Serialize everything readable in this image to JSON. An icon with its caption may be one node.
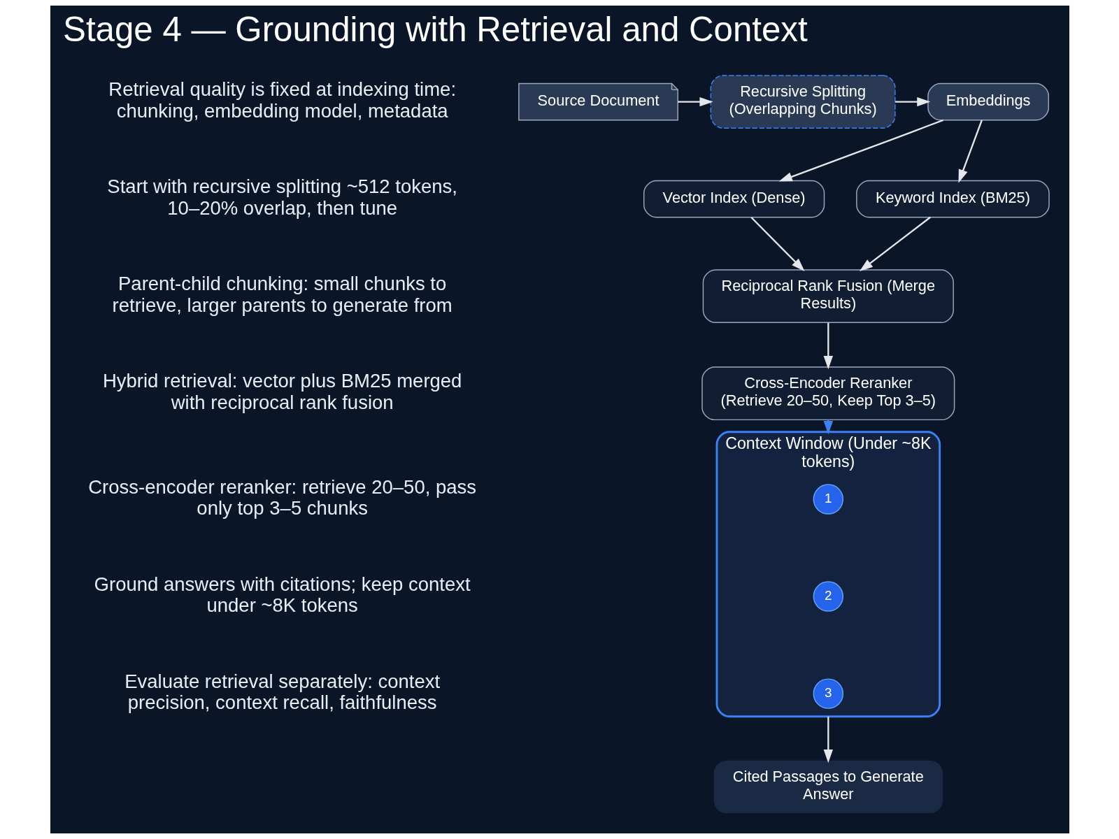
{
  "diagram": {
    "title": "Stage 4 — Grounding with Retrieval and Context",
    "nodes": [
      {
        "text": [
          "Source Document"
        ]
      },
      {
        "text": [
          "Recursive Splitting (Overlapping Chunks)"
        ]
      },
      {
        "text": [
          "Embeddings"
        ]
      },
      {
        "text": [
          "Vector Index (Dense)"
        ]
      },
      {
        "text": [
          "Keyword Index (BM25)"
        ]
      },
      {
        "text": [
          "Reciprocal Rank Fusion (Merge Results)"
        ]
      },
      {
        "text": [
          "Cross-Encoder Reranker (Retrieve 20–50, Keep Top 3–5)"
        ]
      },
      {
        "text": [
          "Context Window (Under ~8K tokens)"
        ]
      },
      {
        "text": [
          "1"
        ],
        "in": 7
      },
      {
        "text": [
          "2"
        ],
        "in": 7
      },
      {
        "text": [
          "3"
        ],
        "in": 7
      },
      {
        "text": [
          "Cited Passages to Generate Answer"
        ]
      }
    ],
    "edges": [
      {
        "from": 0,
        "to": 1,
        "arrow": "to"
      },
      {
        "from": 1,
        "to": 2,
        "arrow": "to"
      },
      {
        "from": 2,
        "to": 3,
        "arrow": "to"
      },
      {
        "from": 2,
        "to": 4,
        "arrow": "to"
      },
      {
        "from": 3,
        "to": 5,
        "arrow": "to"
      },
      {
        "from": 4,
        "to": 5,
        "arrow": "to"
      },
      {
        "from": 5,
        "to": 6,
        "arrow": "to"
      },
      {
        "from": 6,
        "to": 7,
        "arrow": "to",
        "style": "dashed",
        "color": "#3b82f6"
      },
      {
        "from": 7,
        "to": 11,
        "arrow": "to"
      }
    ],
    "labels": [
      "Retrieval quality is fixed at indexing time: chunking, embedding model, metadata",
      "Start with recursive splitting ~512 tokens, 10–20% overlap, then tune",
      "Parent-child chunking: small chunks to retrieve, larger parents to generate from",
      "Hybrid retrieval: vector plus BM25 merged with reciprocal rank fusion",
      "Cross-encoder reranker: retrieve 20–50, pass only top 3–5 chunks",
      "Ground answers with citations; keep context under ~8K tokens",
      "Evaluate retrieval separately: context precision, context recall, faithfulness"
    ]
  }
}
